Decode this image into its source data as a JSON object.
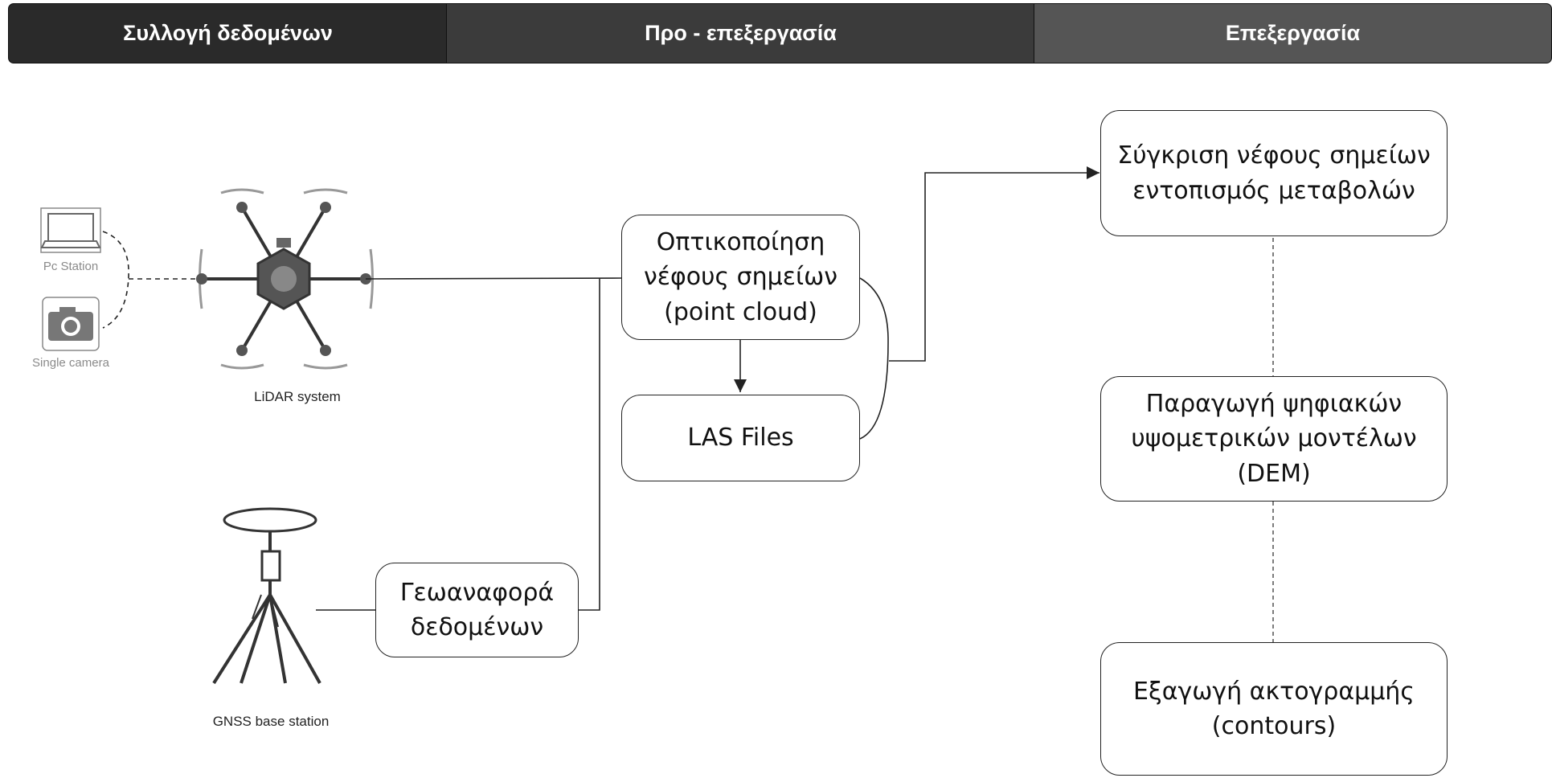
{
  "header": {
    "tabs": [
      {
        "label": "Συλλογή δεδομένων",
        "color": "#2a2a2a"
      },
      {
        "label": "Προ - επεξεργασία",
        "color": "#3b3b3b"
      },
      {
        "label": "Επεξεργασία",
        "color": "#555555"
      }
    ]
  },
  "collection": {
    "pc_station_label": "Pc Station",
    "camera_label": "Single camera",
    "lidar_label": "LiDAR system",
    "gnss_label": "GNSS base station"
  },
  "nodes": {
    "georef": "Γεωαναφορά\nδεδομένων",
    "visualization": "Οπτικοποίηση\nνέφους σημείων\n(point cloud)",
    "las": "LAS Files",
    "comparison": "Σύγκριση νέφους σημείων\nεντοπισμός μεταβολών",
    "dem": "Παραγωγή ψηφιακών\nυψομετρικών μοντέλων\n(DEM)",
    "contours": "Εξαγωγή ακτογραμμής\n(contours)"
  },
  "icons": [
    "laptop-icon",
    "camera-icon",
    "drone-icon",
    "gnss-tripod-icon"
  ],
  "line_color": "#222222"
}
